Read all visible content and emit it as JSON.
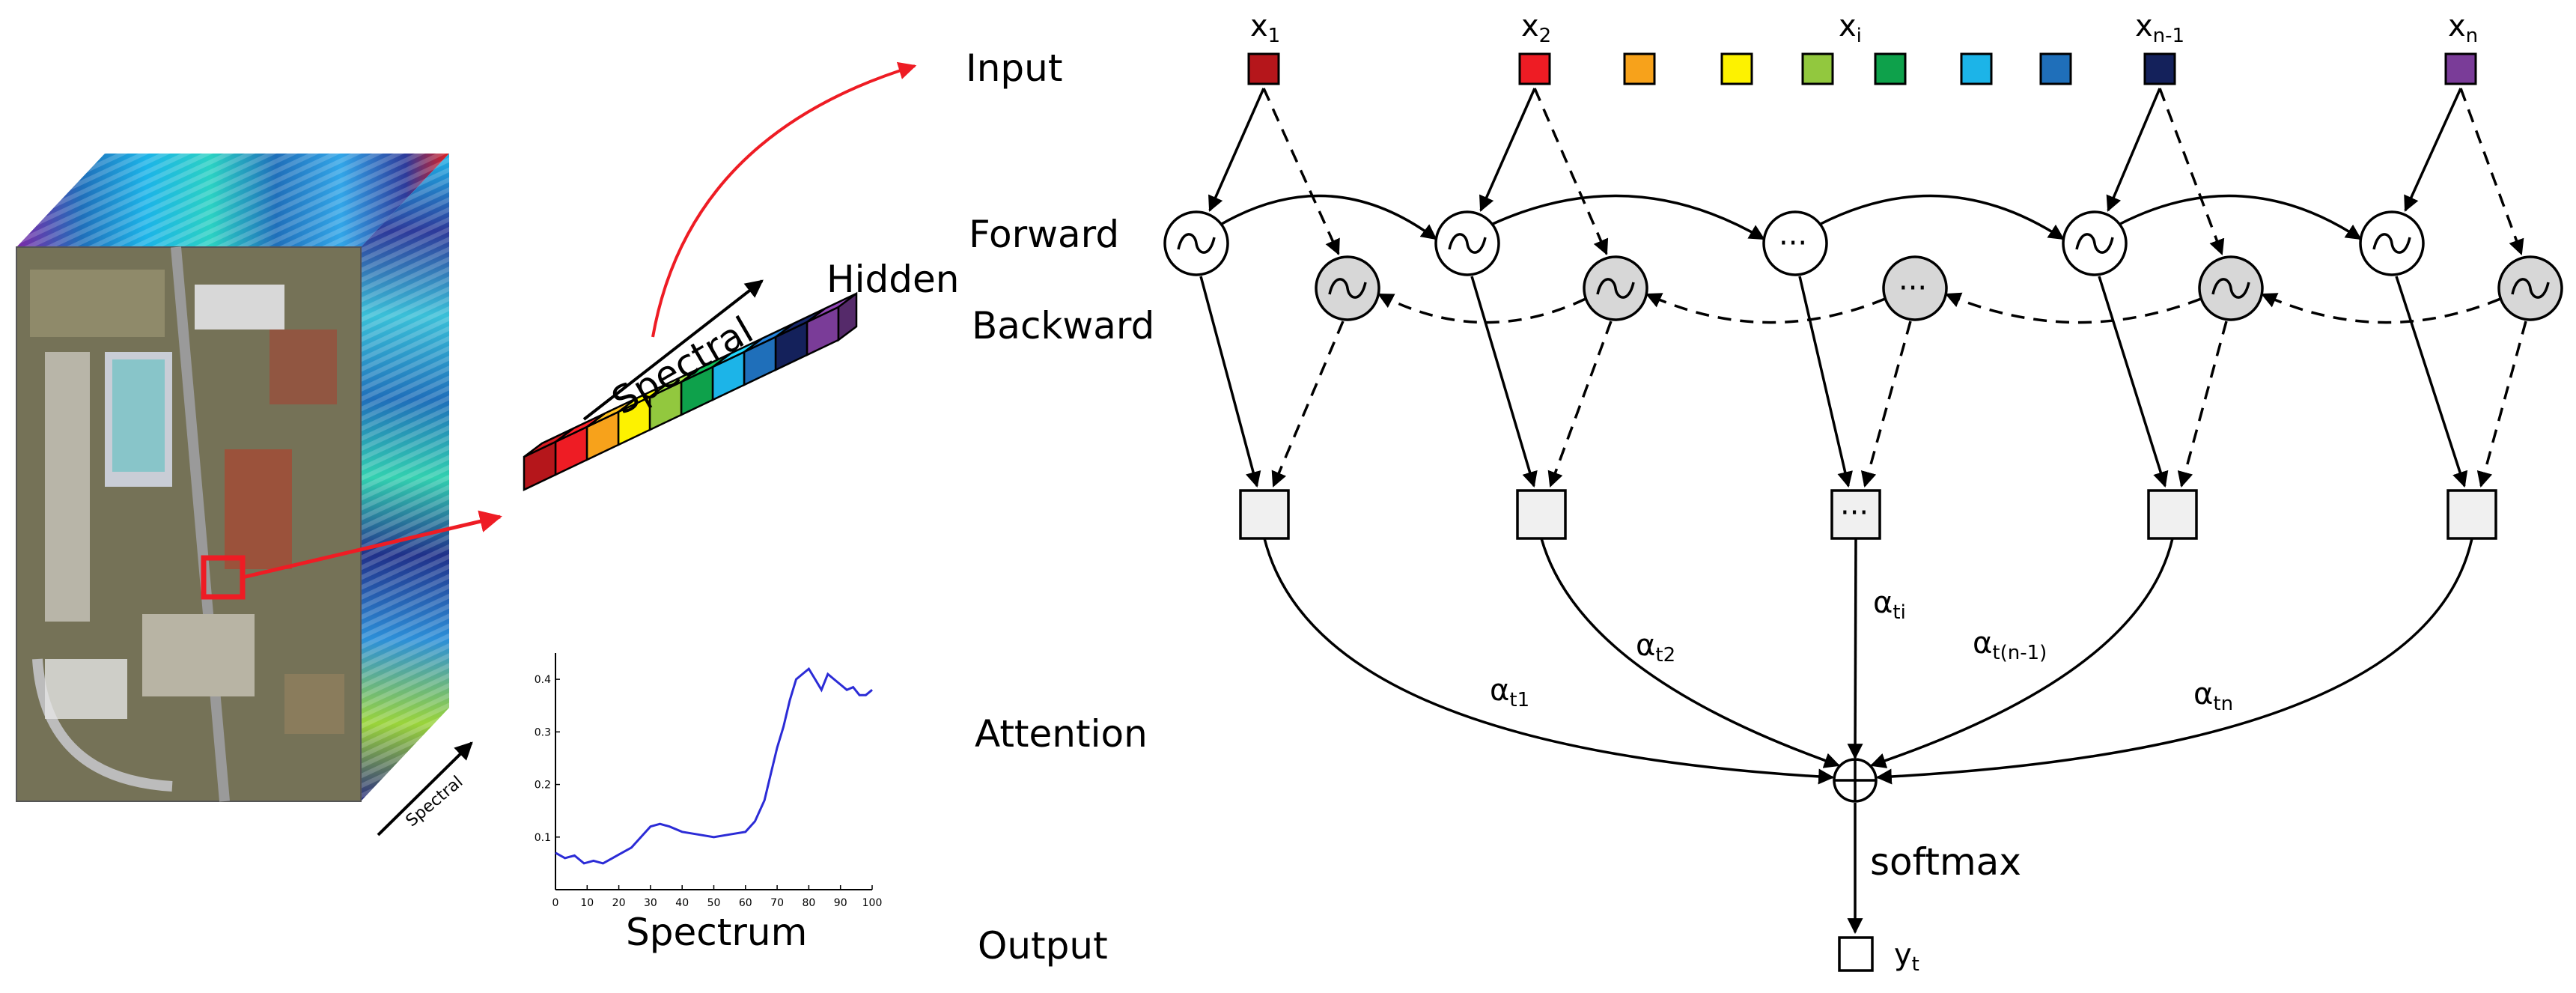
{
  "labels": {
    "input": "Input",
    "forward": "Forward",
    "backward": "Backward",
    "hidden": "Hidden",
    "attention": "Attention",
    "output": "Output",
    "spectral": "Spectral",
    "spectral_cube": "Spectral",
    "spectrum": "Spectrum",
    "softmax": "softmax",
    "ellipsis": "···"
  },
  "inputs": [
    {
      "base": "x",
      "sub": "1"
    },
    {
      "base": "x",
      "sub": "2"
    },
    {
      "base": "x",
      "sub": "i"
    },
    {
      "base": "x",
      "sub": "n-1"
    },
    {
      "base": "x",
      "sub": "n"
    }
  ],
  "output_symbol": {
    "base": "y",
    "sub": "t"
  },
  "attention_weights": [
    {
      "base": "α",
      "sub": "t1"
    },
    {
      "base": "α",
      "sub": "t2"
    },
    {
      "base": "α",
      "sub": "ti"
    },
    {
      "base": "α",
      "sub": "t(n-1)"
    },
    {
      "base": "α",
      "sub": "tn"
    }
  ],
  "band_colors": [
    "#b5161b",
    "#ee1c24",
    "#f7a21b",
    "#fdf200",
    "#92c83e",
    "#0ea14b",
    "#1cb4e8",
    "#1f6fba",
    "#14215b",
    "#7a3c98"
  ],
  "spectrum_plot": {
    "x_ticks": [
      "0",
      "10",
      "20",
      "30",
      "40",
      "50",
      "60",
      "70",
      "80",
      "90",
      "100"
    ],
    "y_ticks": [
      "0.1",
      "0.2",
      "0.3",
      "0.4"
    ],
    "xlim": [
      0,
      100
    ],
    "ylim": [
      0,
      0.45
    ],
    "line_color": "#2b2bd6",
    "x": [
      0,
      3,
      6,
      9,
      12,
      15,
      18,
      21,
      24,
      27,
      30,
      33,
      36,
      40,
      45,
      50,
      55,
      60,
      63,
      66,
      68,
      70,
      72,
      74,
      76,
      78,
      80,
      82,
      84,
      86,
      88,
      90,
      92,
      94,
      96,
      98,
      100
    ],
    "y": [
      0.07,
      0.06,
      0.065,
      0.05,
      0.055,
      0.05,
      0.06,
      0.07,
      0.08,
      0.1,
      0.12,
      0.125,
      0.12,
      0.11,
      0.105,
      0.1,
      0.105,
      0.11,
      0.13,
      0.17,
      0.22,
      0.27,
      0.31,
      0.36,
      0.4,
      0.41,
      0.42,
      0.4,
      0.38,
      0.41,
      0.4,
      0.39,
      0.38,
      0.385,
      0.37,
      0.37,
      0.38
    ]
  }
}
